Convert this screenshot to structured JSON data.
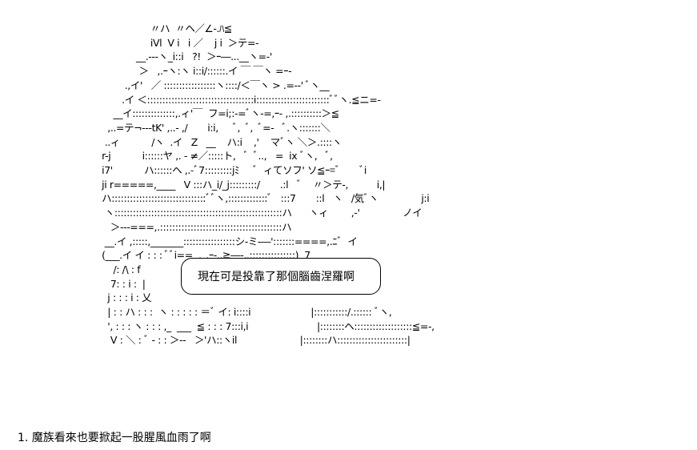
{
  "art_lines": [
    "                   〃ハ  〃ヘ／∠-.ﾊ≦",
    "                   iVl  V i   i ／    j i  ＞テ=-",
    "              __.---ヽ_i::i   ?!  ＞ｰ―...__ヽ=-'",
    "               ＞   ,.ｰヽ:ヽ i::i/::::::.イ ￣ ￣ヽ =ｰ-",
    "          .,イ'   ／ :::::::::::::::::ヽ::::/＜￣ヽ > .=--' ﾞヽ__",
    "         .イ ＜:::::::::::::::::::::::::::::::::::i::::::::::::::::::::::::ﾞﾞヽ.≦ニ=-",
    "      __イ::::::::::::::,.ィ'￣  フ=i;:-=ﾞヽ-=,ｰ- ,.::::::::::＞≦",
    "    ,..=テ¬---tK' ,..- ,/       i:i,     ﾞ,  ﾞ,  ﾞ=-   ﾞ.ヽ:::::::＼",
    "   ..ィ           /ヽ  .イ   Z   __    ハ:i    ,'    マﾞヽ ＼＞.::::ヽ",
    "  r-j           i::::::ヤ ,. - ≠／:::::ト,   ﾞ  ﾞ..,   =  ix ﾞヽ,   ﾞ,",
    "  i7'           ハ::::::ヘ ,.-ﾞ7:::::::::jﾐ     ﾞ  ィてソフ' ソ≦ｰ=ﾞ       ﾞi",
    "  ji r=====,____   V :::ハ_i/_j:::::::::/       .:l   ﾞ    〃＞テ-,          i,|",
    "  ハ:::::::::::::::::::::::::::::::ﾞﾞヽ,:::::::::::::ﾞ   :::7       ::l   ヽ   /気ﾞヽ               j:i",
    "   ヽ:::::::::::::::::::::::::::::::::::::::::::::::::::::::ハ      ヽィ        ,-'               ノイ",
    "     ＞---===,.::::::::::::::::::::::::::::::::::::::::ハ",
    "   __.イ ,:::::,_______:::::::::::::::::シ-ミ-―':::::::====,.ﾆﾞ  イ",
    "  (___.イ イ : : : ﾞﾞi==  ._.ｰ-,.≧―-,.:::::::::::::::)  7___",
    "      /: /\\ : f",
    "     7: : i :  |",
    "    j : : : i : 乂",
    "    | : : ハ : : :  ヽ : : : : : ＝ﾞ イ: i::::i                     |:::::::::::/.:::::: ﾞヽ,",
    "    ', : : : ヽ : : : ,_  ___  ≦ : : : 7:::i,i                        |::::::::ヘ:::::::::::::::::::≦=-,",
    "     V : ＼ : ﾞ - : : ＞--   ＞'ハ::ヽil                      |::::::::ハ:::::::::::::::::::::::|"
  ],
  "speech": "現在可是投靠了那個腦齒涅羅啊",
  "caption": "1. 魔族看來也要掀起一股腥風血雨了啊"
}
